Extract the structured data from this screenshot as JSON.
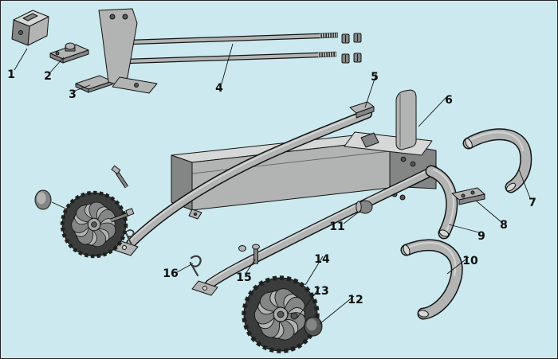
{
  "diagram": {
    "background_color": "#cbe9ee",
    "line_color": "#141414",
    "part_color": "#b2b4b3",
    "part_light_color": "#d6d8d7",
    "part_dark_color": "#848685",
    "part_darker_color": "#555756",
    "tire_color": "#3b3d3c",
    "callouts": [
      {
        "number": "1"
      },
      {
        "number": "2"
      },
      {
        "number": "3"
      },
      {
        "number": "4"
      },
      {
        "number": "5"
      },
      {
        "number": "6"
      },
      {
        "number": "7"
      },
      {
        "number": "8"
      },
      {
        "number": "9"
      },
      {
        "number": "10"
      },
      {
        "number": "11"
      },
      {
        "number": "12"
      },
      {
        "number": "13"
      },
      {
        "number": "14"
      },
      {
        "number": "15"
      },
      {
        "number": "16"
      }
    ]
  }
}
